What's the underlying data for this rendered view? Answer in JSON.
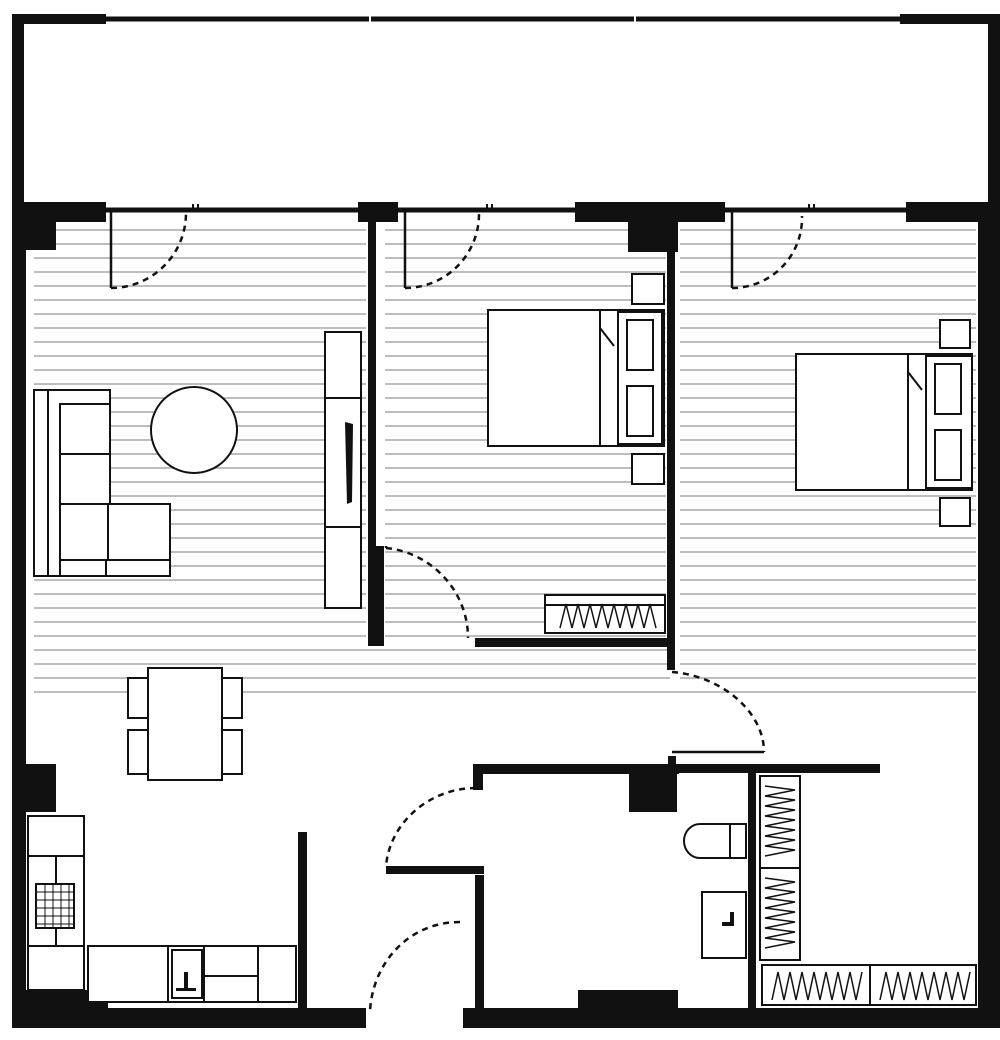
{
  "plan": {
    "rooms": [
      "balcony",
      "living-room",
      "bedroom-1",
      "bedroom-2",
      "kitchen",
      "entry-hall",
      "bathroom",
      "walk-in-closet"
    ],
    "colors": {
      "wall": "#111111",
      "floor_lines": "#bdbdbd",
      "background": "#ffffff"
    }
  }
}
